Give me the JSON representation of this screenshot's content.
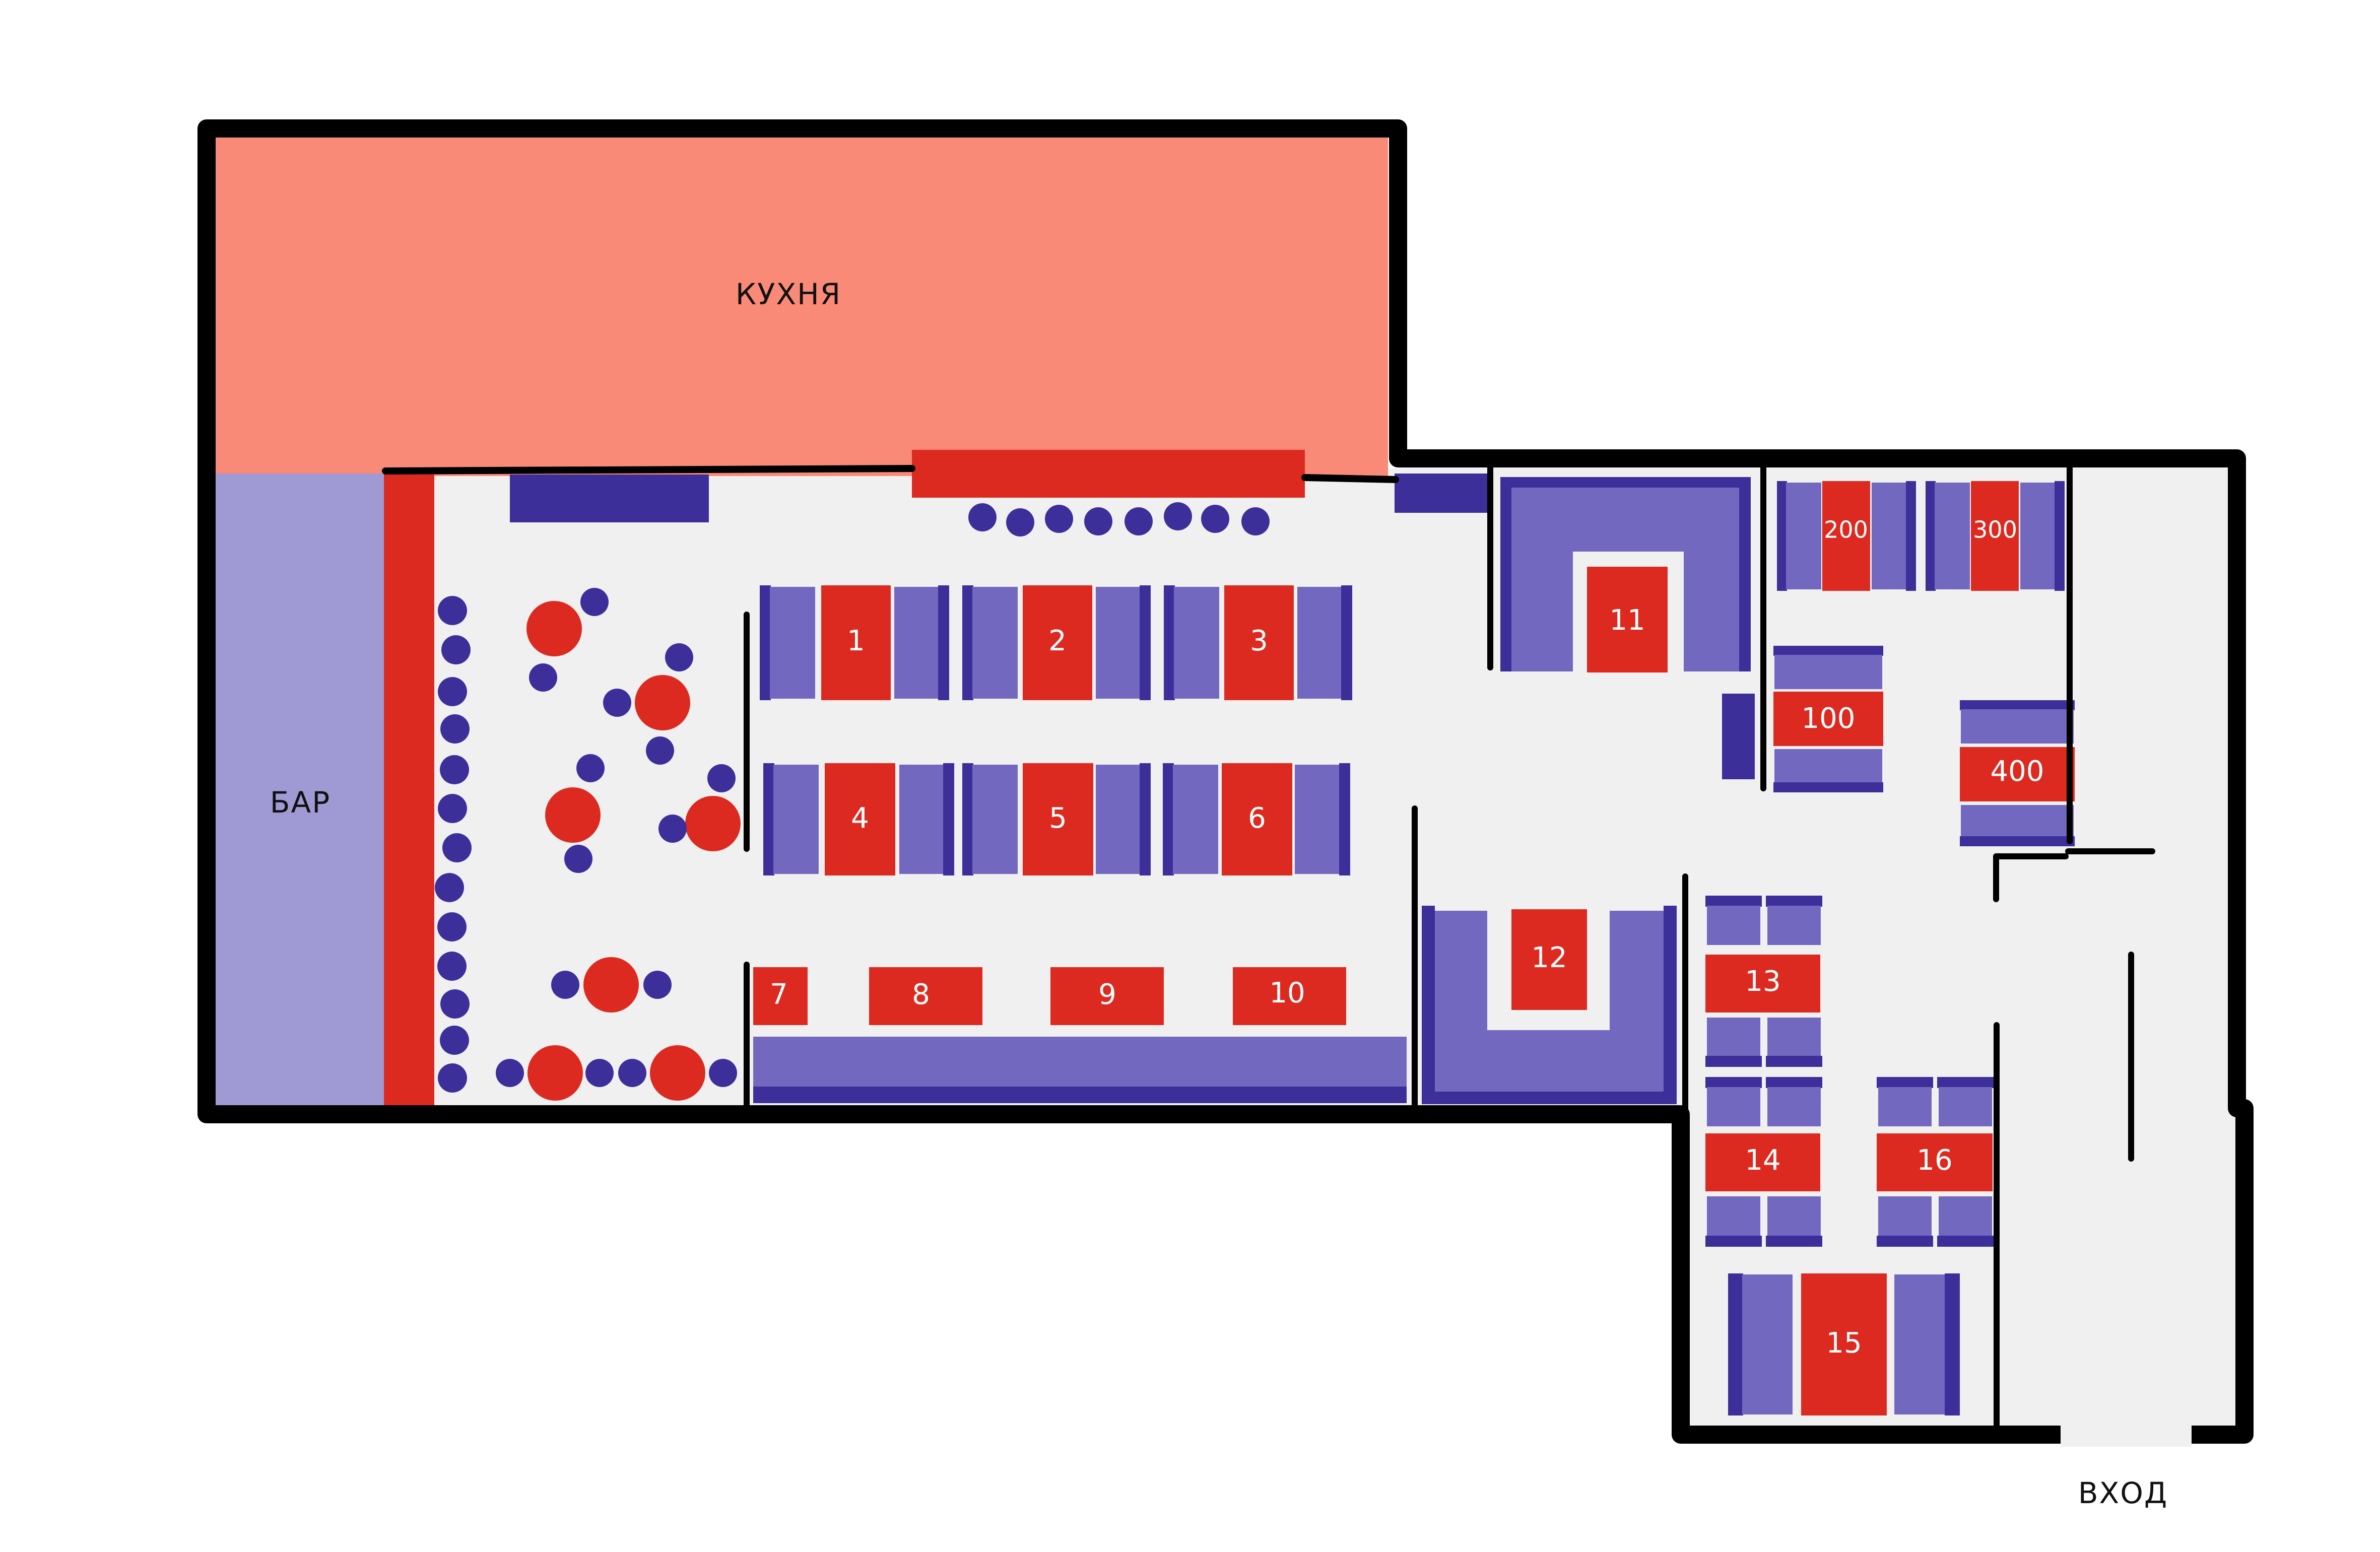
{
  "areas": {
    "kitchen": "КУХНЯ",
    "bar": "БАР",
    "entrance": "ВХОД"
  },
  "tables": {
    "t1": "1",
    "t2": "2",
    "t3": "3",
    "t4": "4",
    "t5": "5",
    "t6": "6",
    "t7": "7",
    "t8": "8",
    "t9": "9",
    "t10": "10",
    "t11": "11",
    "t12": "12",
    "t13": "13",
    "t14": "14",
    "t15": "15",
    "t16": "16",
    "t100": "100",
    "t200": "200",
    "t300": "300",
    "t400": "400"
  },
  "colors": {
    "kitchen": "#fa8a78",
    "bar": "#a09ad4",
    "floor": "#f0f0f0",
    "table": "#dd2a20",
    "seat": "#7368c0",
    "seat_edge": "#3d2f9a",
    "wall": "#000000"
  }
}
